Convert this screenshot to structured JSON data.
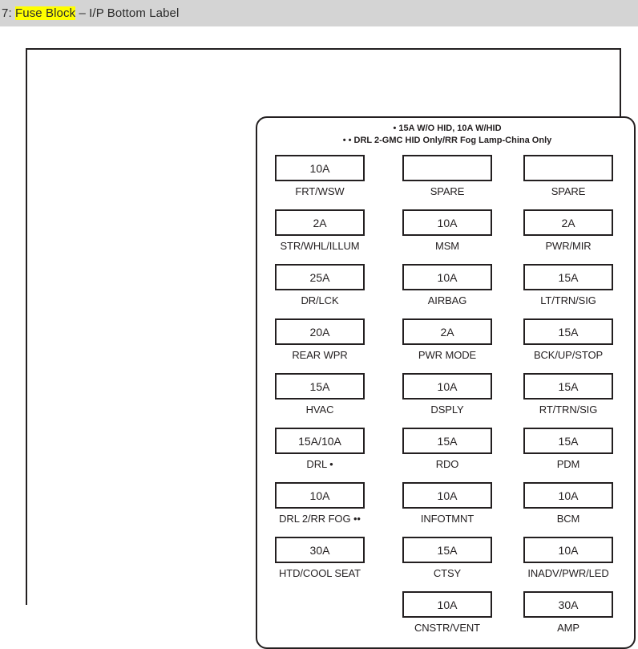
{
  "header": {
    "prefix": "7: ",
    "highlight": "Fuse Block",
    "suffix": " – I/P Bottom Label"
  },
  "legend": {
    "line1": "• 15A W/O HID, 10A W/HID",
    "line2": "• • DRL 2-GMC HID Only/RR Fog Lamp-China Only"
  },
  "colors": {
    "header_band": "#d4d4d4",
    "highlight": "#ffff00",
    "line": "#231f20",
    "panel_bg": "#ffffff"
  },
  "fuse_columns": [
    {
      "name": "column-1",
      "cells": [
        {
          "amp": "10A",
          "label": "FRT/WSW"
        },
        {
          "amp": "2A",
          "label": "STR/WHL/ILLUM"
        },
        {
          "amp": "25A",
          "label": "DR/LCK"
        },
        {
          "amp": "20A",
          "label": "REAR WPR"
        },
        {
          "amp": "15A",
          "label": "HVAC"
        },
        {
          "amp": "15A/10A",
          "label": "DRL •"
        },
        {
          "amp": "10A",
          "label": "DRL 2/RR FOG ••"
        },
        {
          "amp": "30A",
          "label": "HTD/COOL SEAT"
        }
      ]
    },
    {
      "name": "column-2",
      "cells": [
        {
          "amp": "",
          "label": "SPARE"
        },
        {
          "amp": "10A",
          "label": "MSM"
        },
        {
          "amp": "10A",
          "label": "AIRBAG"
        },
        {
          "amp": "2A",
          "label": "PWR MODE"
        },
        {
          "amp": "10A",
          "label": "DSPLY"
        },
        {
          "amp": "15A",
          "label": "RDO"
        },
        {
          "amp": "10A",
          "label": "INFOTMNT"
        },
        {
          "amp": "15A",
          "label": "CTSY"
        },
        {
          "amp": "10A",
          "label": "CNSTR/VENT"
        }
      ]
    },
    {
      "name": "column-3",
      "cells": [
        {
          "amp": "",
          "label": "SPARE"
        },
        {
          "amp": "2A",
          "label": "PWR/MIR"
        },
        {
          "amp": "15A",
          "label": "LT/TRN/SIG"
        },
        {
          "amp": "15A",
          "label": "BCK/UP/STOP"
        },
        {
          "amp": "15A",
          "label": "RT/TRN/SIG"
        },
        {
          "amp": "15A",
          "label": "PDM"
        },
        {
          "amp": "10A",
          "label": "BCM"
        },
        {
          "amp": "10A",
          "label": "INADV/PWR/LED"
        },
        {
          "amp": "30A",
          "label": "AMP"
        }
      ]
    }
  ]
}
